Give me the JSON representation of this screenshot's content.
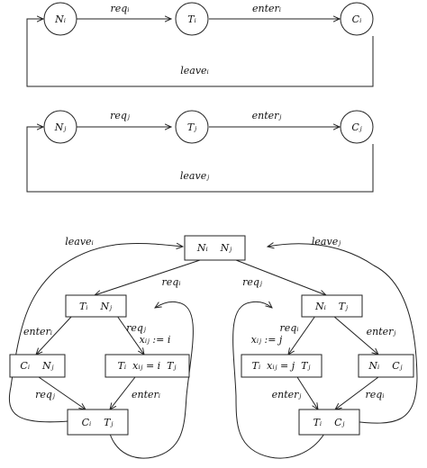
{
  "automaton_i": {
    "states": [
      "Nᵢ",
      "Tᵢ",
      "Cᵢ"
    ],
    "transitions": {
      "req": "reqᵢ",
      "enter": "enterᵢ",
      "leave": "leaveᵢ"
    }
  },
  "automaton_j": {
    "states": [
      "Nⱼ",
      "Tⱼ",
      "Cⱼ"
    ],
    "transitions": {
      "req": "reqⱼ",
      "enter": "enterⱼ",
      "leave": "leaveⱼ"
    }
  },
  "product": {
    "nodes": {
      "top": "Nᵢ    Nⱼ",
      "left_mid": "Tᵢ    Nⱼ",
      "right_mid": "Nᵢ    Tⱼ",
      "ci_nj": "Cᵢ    Nⱼ",
      "ti_x_tj": "Tᵢ  xᵢⱼ = i  Tⱼ",
      "ti_x_j_tj": "Tᵢ  xᵢⱼ = j  Tⱼ",
      "ni_cj": "Nᵢ    Cⱼ",
      "ci_tj": "Cᵢ    Tⱼ",
      "ti_cj": "Tᵢ    Cⱼ"
    },
    "edges": {
      "leave_i": "leaveᵢ",
      "leave_j": "leaveⱼ",
      "req_i_top": "reqᵢ",
      "req_j_top": "reqⱼ",
      "enter_i_left": "enterᵢ",
      "req_j_left": "reqⱼ",
      "assign_i": "xᵢⱼ := i",
      "req_j_bottom_left": "reqⱼ",
      "enter_i_bottom": "enterᵢ",
      "req_i_right": "reqᵢ",
      "assign_j": "xᵢⱼ := j",
      "enter_j_right": "enterⱼ",
      "enter_j_bottom": "enterⱼ",
      "req_i_bottom_right": "reqᵢ"
    }
  }
}
